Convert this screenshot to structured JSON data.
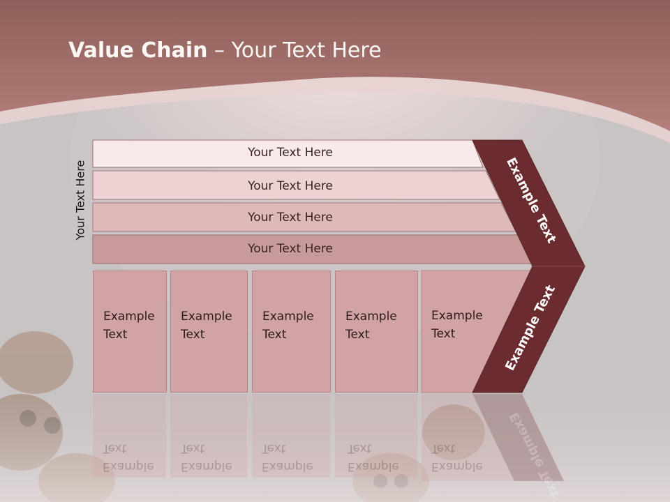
{
  "title": {
    "bold": "Value Chain",
    "rest": " – Your Text Here"
  },
  "side_label": "Your Text Here",
  "rows": [
    {
      "label": "Your Text Here"
    },
    {
      "label": "Your Text Here"
    },
    {
      "label": "Your Text Here"
    },
    {
      "label": "Your Text Here"
    }
  ],
  "boxes": [
    {
      "line1": "Example",
      "line2": "Text"
    },
    {
      "line1": "Example",
      "line2": "Text"
    },
    {
      "line1": "Example",
      "line2": "Text"
    },
    {
      "line1": "Example",
      "line2": "Text"
    },
    {
      "line1": "Example",
      "line2": "Text"
    }
  ],
  "chevron": {
    "upper_label": "Example Text",
    "lower_label": "Example Text"
  },
  "colors": {
    "header": "#b07872",
    "chevron": "#6b2c2f",
    "row1": "#f8eaea",
    "row2": "#ecd2d2",
    "row3": "#ddb9b9",
    "row4": "#c89b9b",
    "box": "#d1a3a5"
  }
}
